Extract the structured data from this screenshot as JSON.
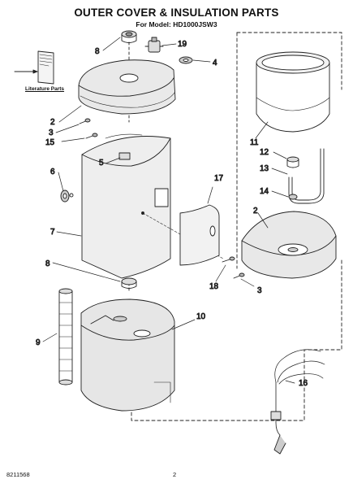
{
  "title": "OUTER COVER & INSULATION PARTS",
  "subtitle": "For Model: HD1000JSW3",
  "literature_label": "Literature Parts",
  "footer": {
    "code": "8211568",
    "page": "2"
  },
  "callouts": [
    "8",
    "19",
    "4",
    "2",
    "3",
    "15",
    "5",
    "6",
    "7",
    "17",
    "8",
    "18",
    "9",
    "10",
    "11",
    "12",
    "13",
    "14",
    "2",
    "3",
    "16"
  ]
}
